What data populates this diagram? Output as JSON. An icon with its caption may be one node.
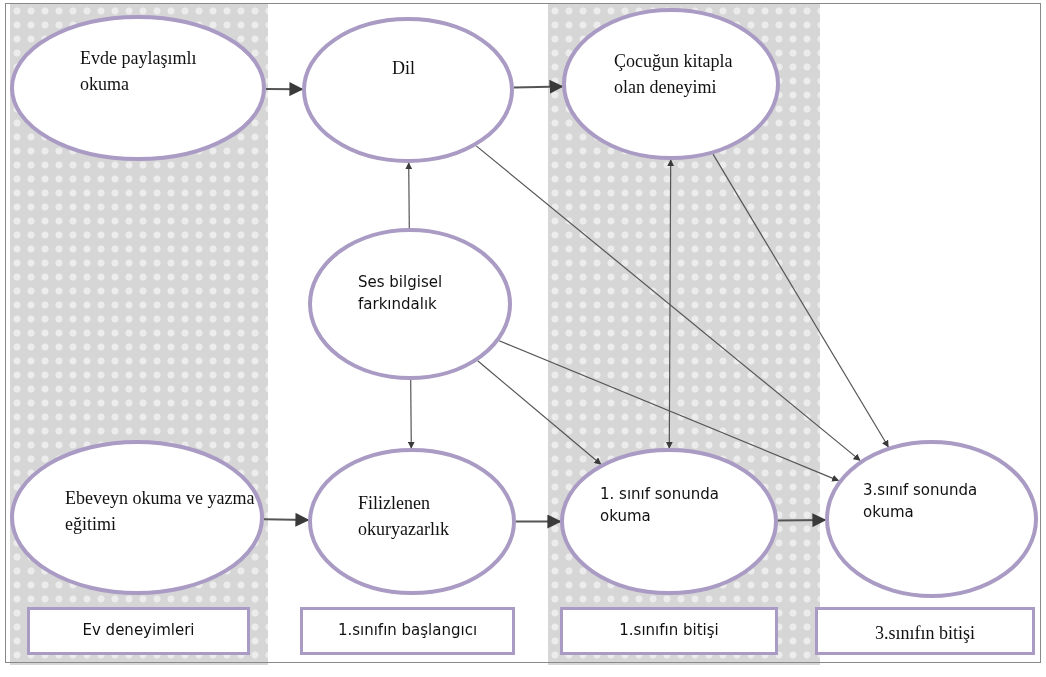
{
  "diagram": {
    "nodes": [
      {
        "text": [
          "Evde paylaşımlı okuma"
        ]
      },
      {
        "text": [
          "Dil"
        ]
      },
      {
        "text": [
          "Çocuğun kitapla olan deneyimi"
        ]
      },
      {
        "text": [
          "Ses bilgisel farkındalık"
        ]
      },
      {
        "text": [
          "Ebeveyn okuma ve yazma eğitimi"
        ]
      },
      {
        "text": [
          "Filizlenen okuryazarlık"
        ]
      },
      {
        "text": [
          "1. sınıf sonunda okuma"
        ]
      },
      {
        "text": [
          "3.sınıf sonunda okuma"
        ]
      },
      {
        "text": [
          "Ev deneyimleri"
        ]
      },
      {
        "text": [
          "1.sınıfın başlangıcı"
        ]
      },
      {
        "text": [
          "1.sınıfın bitişi"
        ]
      },
      {
        "text": [
          "3.sınıfın bitişi"
        ]
      }
    ],
    "edges": [
      {
        "from": 0,
        "to": 1,
        "arrow": "to"
      },
      {
        "from": 1,
        "to": 2,
        "arrow": "to"
      },
      {
        "from": 3,
        "to": 1,
        "arrow": "to"
      },
      {
        "from": 3,
        "to": 5,
        "arrow": "to"
      },
      {
        "from": 6,
        "to": 2,
        "arrow": "both"
      },
      {
        "from": 1,
        "to": 7,
        "arrow": "to"
      },
      {
        "from": 3,
        "to": 6,
        "arrow": "to"
      },
      {
        "from": 3,
        "to": 7,
        "arrow": "to"
      },
      {
        "from": 2,
        "to": 7,
        "arrow": "to"
      },
      {
        "from": 4,
        "to": 5,
        "arrow": "to"
      },
      {
        "from": 5,
        "to": 6,
        "arrow": "to"
      },
      {
        "from": 6,
        "to": 7,
        "arrow": "to"
      }
    ]
  }
}
